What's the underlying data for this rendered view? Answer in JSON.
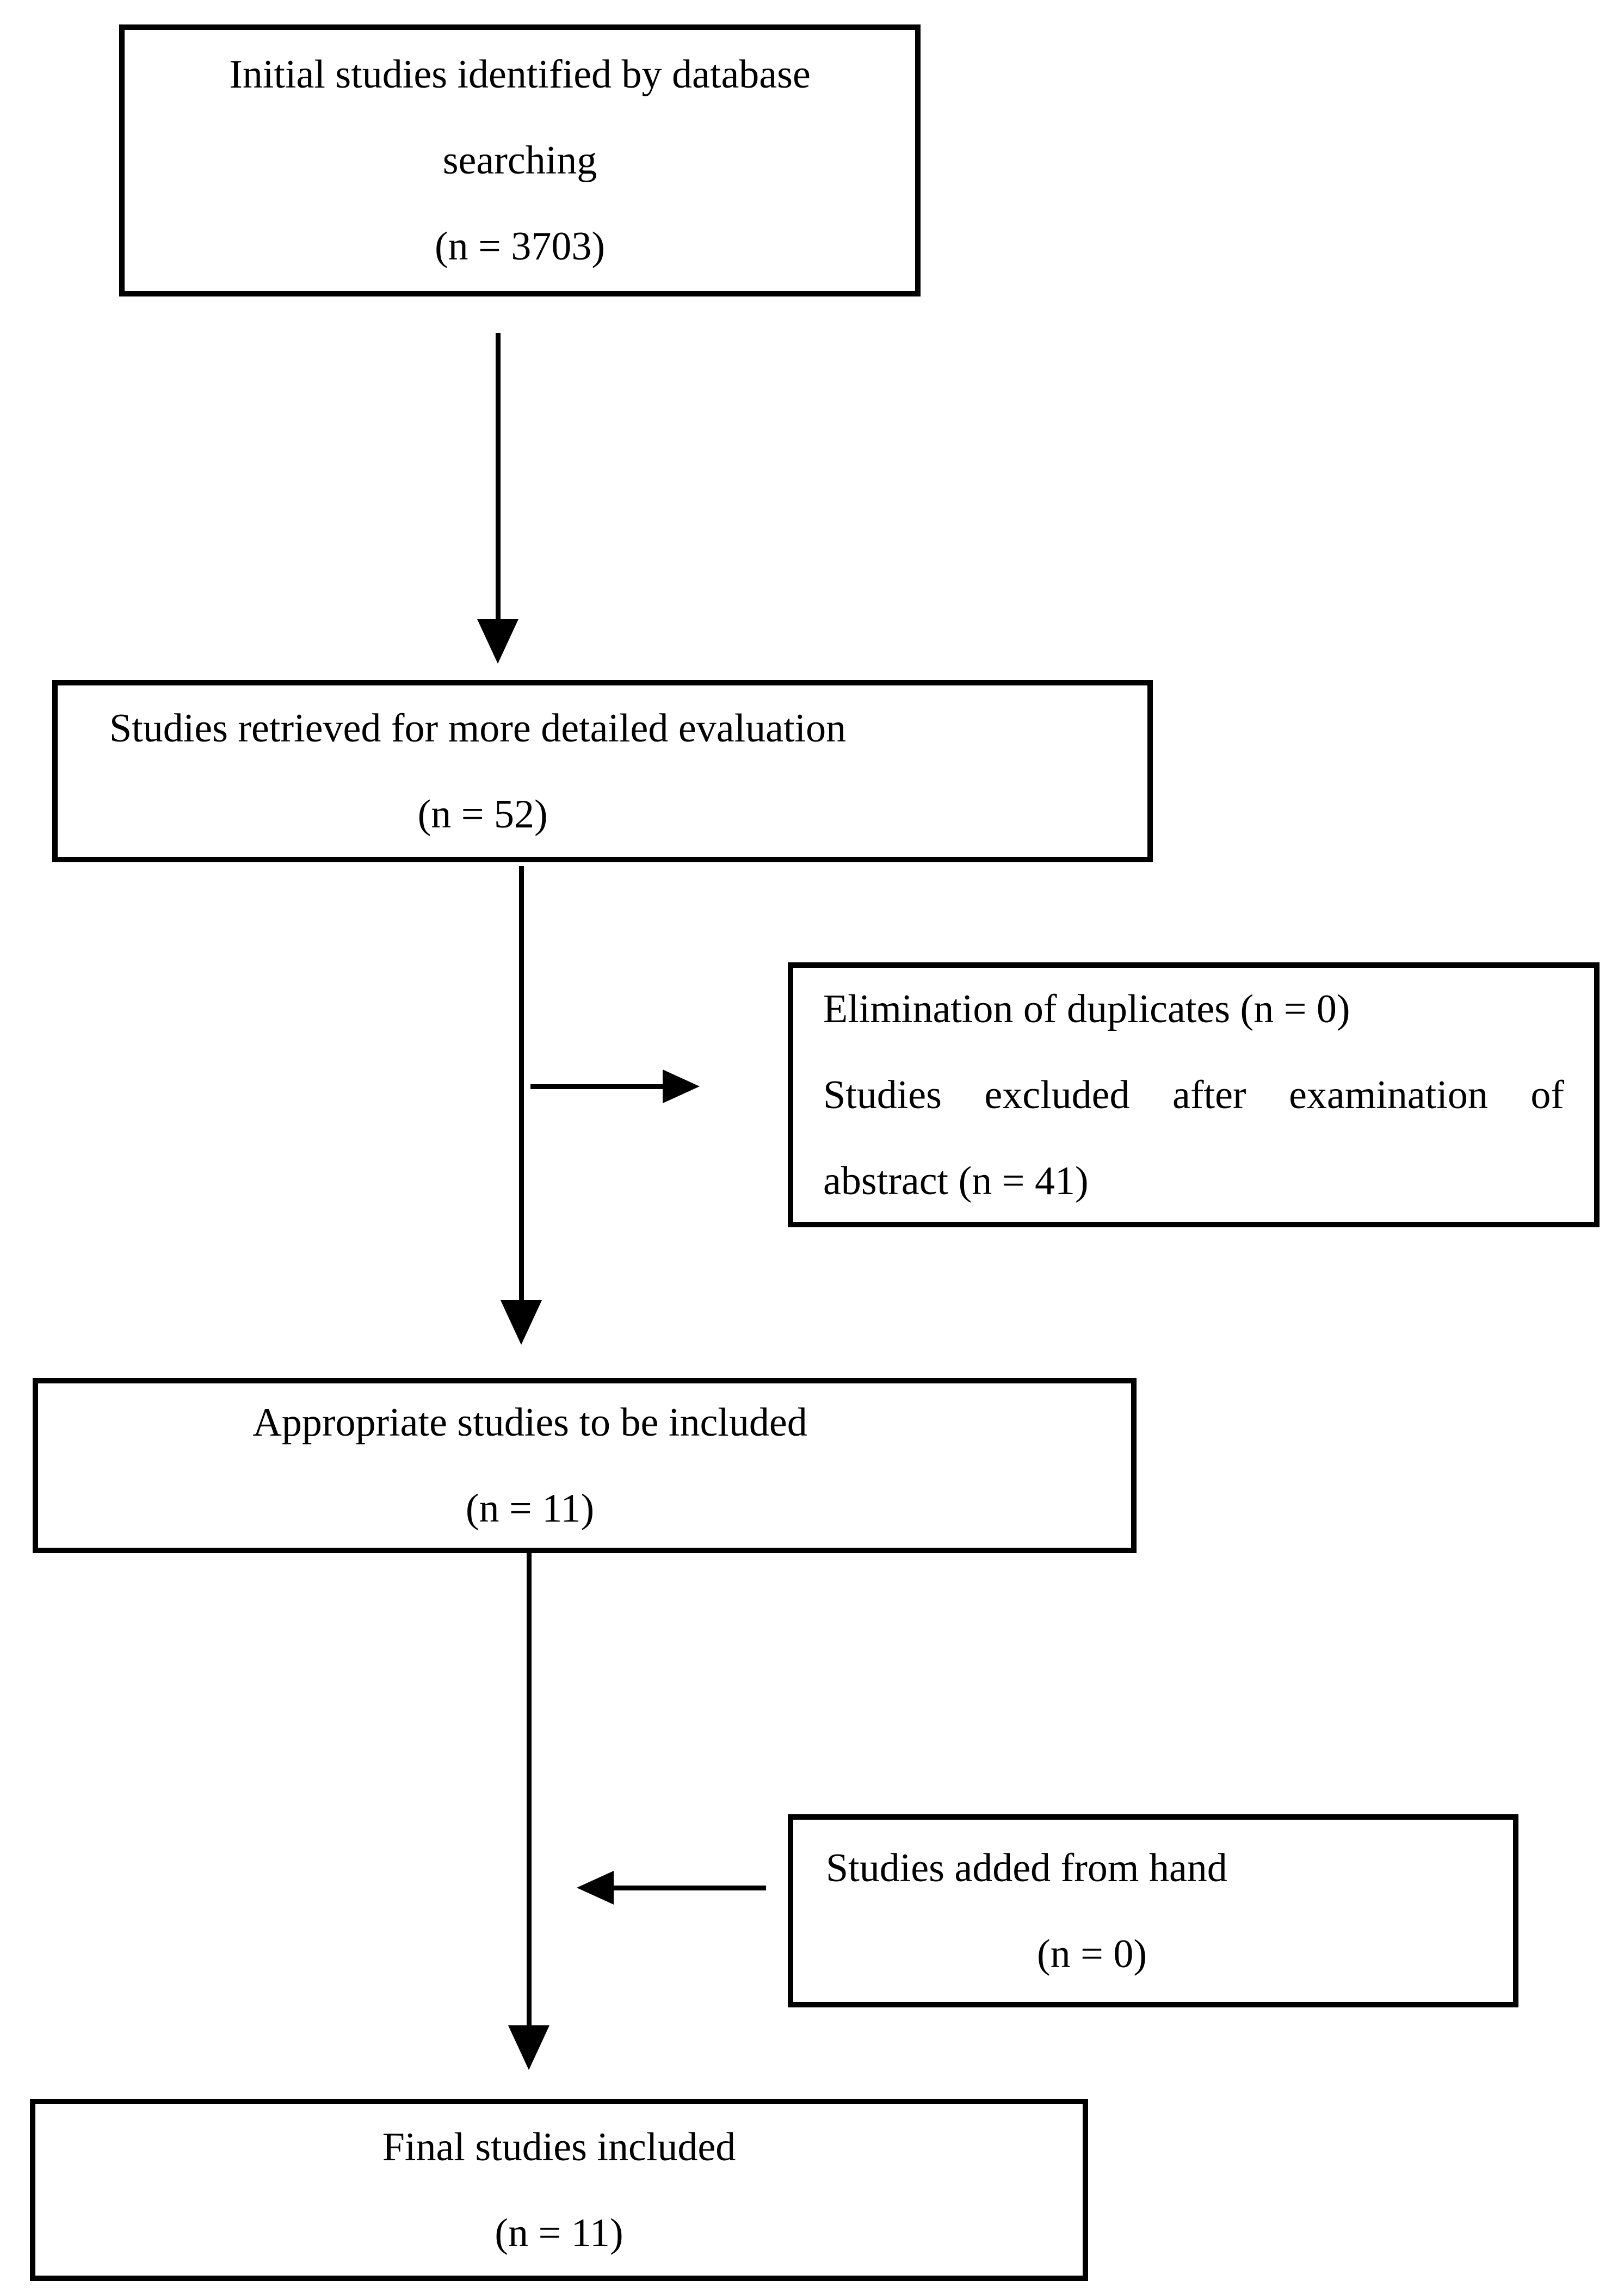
{
  "colors": {
    "background": "#ffffff",
    "line": "#000000",
    "text": "#000000"
  },
  "boxes": {
    "initial": {
      "lines": [
        "Initial studies identified by database",
        "searching",
        "(n = 3703)"
      ]
    },
    "retrieved": {
      "line1": "Studies retrieved for more detailed evaluation",
      "line2": "(n = 52)"
    },
    "excluded": {
      "line1": "Elimination of duplicates (n = 0)",
      "line2": "Studies excluded after examination of",
      "line3": "abstract (n = 41)"
    },
    "appropriate": {
      "line1": "Appropriate studies to be included",
      "line2": "(n = 11)"
    },
    "hand": {
      "line1": "Studies added from hand",
      "line2": "(n = 0)"
    },
    "final": {
      "line1": "Final studies included",
      "line2": "(n = 11)"
    }
  },
  "counts": {
    "identified_by_database_searching": 3703,
    "retrieved_for_detailed_evaluation": 52,
    "duplicates_eliminated": 0,
    "excluded_after_abstract_examination": 41,
    "appropriate_to_be_included": 11,
    "added_from_hand_searching": 0,
    "final_included": 11
  },
  "arrows": [
    {
      "name": "identified-to-retrieved",
      "direction": "down"
    },
    {
      "name": "retrieved-to-appropriate",
      "direction": "down"
    },
    {
      "name": "retrieved-branch-to-excluded",
      "direction": "right"
    },
    {
      "name": "appropriate-to-final",
      "direction": "down"
    },
    {
      "name": "hand-search-into-main-flow",
      "direction": "left"
    }
  ]
}
